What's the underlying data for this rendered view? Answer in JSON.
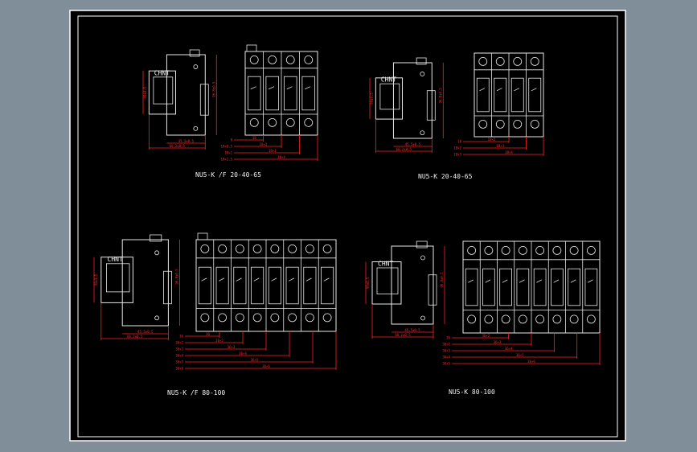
{
  "drawing": {
    "colors": {
      "desktop": "#7f8e99",
      "paper": "#000000",
      "border": "#ffffff",
      "outline": "#e8e8e8",
      "dimension": "#ff2020",
      "label": "#f0f0f0"
    },
    "brand": "CHNT",
    "groups": [
      {
        "caption": "NU5-K /F 20-40-65",
        "poles": 4,
        "side_dims": [
          "45.5±0.5",
          "68.2±0.5"
        ],
        "height_dims": [
          "90±0.5",
          "96.8±0.5"
        ],
        "width_dims": [
          "18",
          "18×2",
          "18×3",
          "18×4"
        ],
        "left_labels": [
          "8",
          "18×0.5",
          "18×1",
          "18×1.5"
        ]
      },
      {
        "caption": "NU5-K 20-40-65",
        "poles": 4,
        "side_dims": [
          "45.5±0.5",
          "68.2±0.5"
        ],
        "height_dims": [
          "90±0.5",
          "96.8±0.5"
        ],
        "width_dims": [
          "18×2",
          "18×3",
          "18×4"
        ],
        "left_labels": [
          "18",
          "18×2",
          "18×3"
        ]
      },
      {
        "caption": "NU5-K /F 80-100",
        "poles": 8,
        "side_dims": [
          "45.5±0.5",
          "68.2±0.5"
        ],
        "height_dims": [
          "90±0.5",
          "96.8±0.5"
        ],
        "width_dims": [
          "36",
          "36×2",
          "36×3",
          "36×4",
          "36×5",
          "36×6"
        ],
        "left_labels": [
          "36",
          "36×2",
          "36×3",
          "36×4",
          "36×5",
          "36×6"
        ]
      },
      {
        "caption": "NU5-K 80-100",
        "poles": 8,
        "side_dims": [
          "45.5±0.5",
          "68.2±0.5"
        ],
        "height_dims": [
          "90±0.5",
          "96.8±0.5"
        ],
        "width_dims": [
          "36×2",
          "36×3",
          "36×4",
          "36×5",
          "36×6"
        ],
        "left_labels": [
          "36",
          "36×2",
          "36×3",
          "36×4",
          "36×5"
        ]
      }
    ]
  }
}
